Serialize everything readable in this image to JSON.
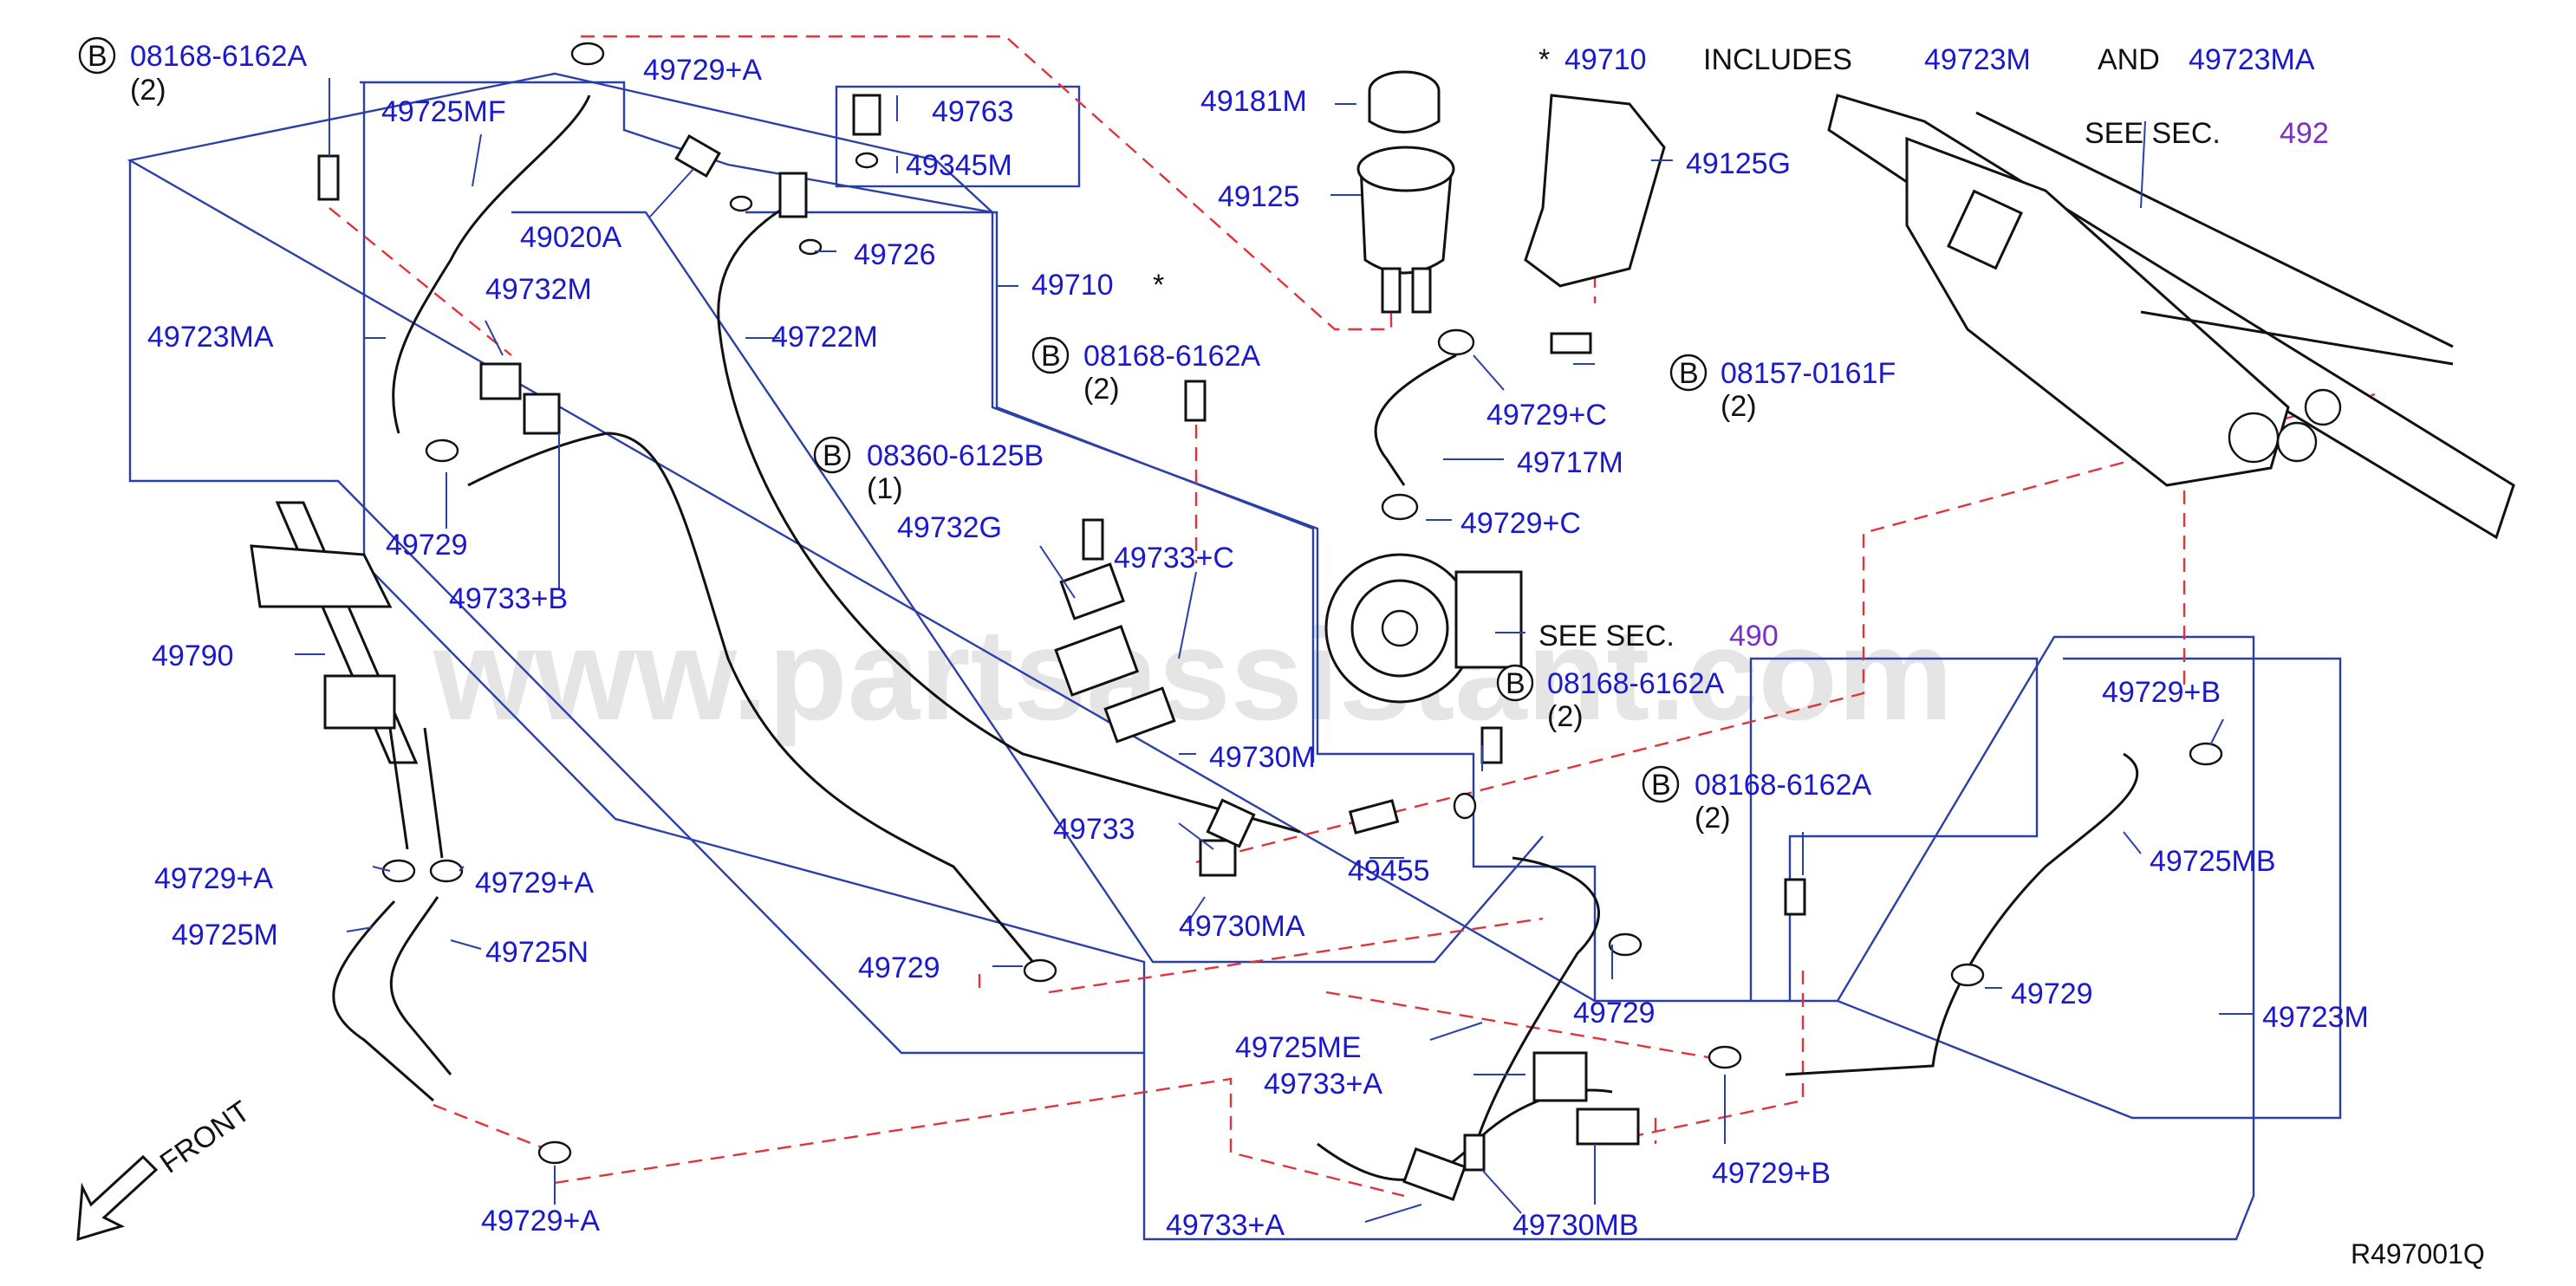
{
  "watermark": "www.partsassistant.com",
  "ref_code": "R497001Q",
  "front_label": "FRONT",
  "circle_letter": "B",
  "note": {
    "star": "*",
    "code": "49710",
    "includes": "INCLUDES",
    "code_a": "49723M",
    "and": "AND",
    "code_b": "49723MA"
  },
  "see_sec_text": "SEE   SEC.",
  "see_sec_492": "492",
  "see_sec_490": "490",
  "bolts": {
    "b1": {
      "code": "08168-6162A",
      "qty": "(2)"
    },
    "b2": {
      "code": "08168-6162A",
      "qty": "(2)"
    },
    "b3": {
      "code": "08360-6125B",
      "qty": "(1)"
    },
    "b4": {
      "code": "08157-0161F",
      "qty": "(2)"
    },
    "b5": {
      "code": "08168-6162A",
      "qty": "(2)"
    },
    "b6": {
      "code": "08168-6162A",
      "qty": "(2)"
    }
  },
  "labels": {
    "l_49729A_top": "49729+A",
    "l_49725MF": "49725MF",
    "l_49763": "49763",
    "l_49345M": "49345M",
    "l_49020A": "49020A",
    "l_49726": "49726",
    "l_49710": "49710",
    "l_49710_star": "*",
    "l_49722M": "49722M",
    "l_49723MA": "49723MA",
    "l_49732M": "49732M",
    "l_49729_left": "49729",
    "l_49733B": "49733+B",
    "l_49790": "49790",
    "l_49732G": "49732G",
    "l_49733C": "49733+C",
    "l_49730M": "49730M",
    "l_49733": "49733",
    "l_49455": "49455",
    "l_49730MA": "49730MA",
    "l_49729A_l1": "49729+A",
    "l_49729A_l2": "49729+A",
    "l_49725M": "49725M",
    "l_49725N": "49725N",
    "l_49729_mid": "49729",
    "l_49729A_bot": "49729+A",
    "l_49181M": "49181M",
    "l_49125": "49125",
    "l_49125G": "49125G",
    "l_49729C_1": "49729+C",
    "l_49717M": "49717M",
    "l_49729C_2": "49729+C",
    "l_49729B_1": "49729+B",
    "l_49725MB": "49725MB",
    "l_49729_r": "49729",
    "l_49723M": "49723M",
    "l_49729_c": "49729",
    "l_49725ME": "49725ME",
    "l_49733A_1": "49733+A",
    "l_49733A_2": "49733+A",
    "l_49730MB": "49730MB",
    "l_49729B_2": "49729+B"
  },
  "colors": {
    "part_label": "#1a1acc",
    "leader_box": "#2b3fa8",
    "dashed_connection": "#e0333a",
    "section_ref": "#7a2fc7"
  }
}
